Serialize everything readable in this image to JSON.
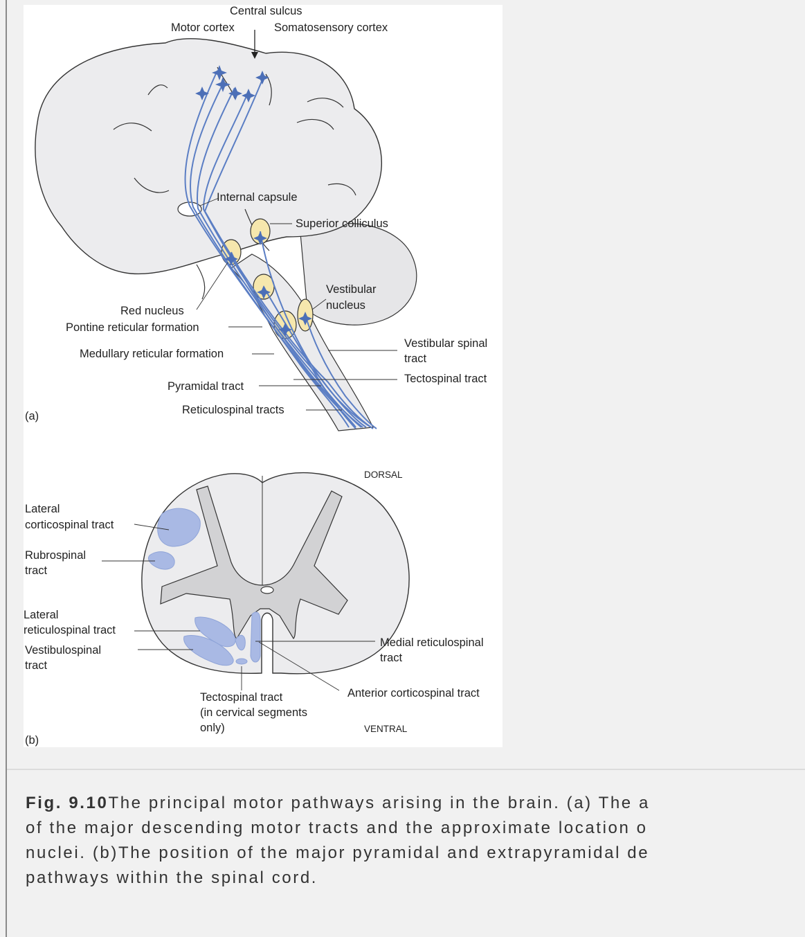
{
  "figure": {
    "part_a": {
      "panel_label": "(a)",
      "labels": {
        "central_sulcus": "Central sulcus",
        "motor_cortex": "Motor cortex",
        "somatosensory_cortex": "Somatosensory cortex",
        "internal_capsule": "Internal capsule",
        "superior_colliculus": "Superior colliculus",
        "vestibular_nucleus_1": "Vestibular",
        "vestibular_nucleus_2": "nucleus",
        "red_nucleus": "Red nucleus",
        "pontine_reticular_formation": "Pontine reticular formation",
        "medullary_reticular_formation": "Medullary reticular formation",
        "vestibular_spinal_tract_1": "Vestibular spinal",
        "vestibular_spinal_tract_2": "tract",
        "tectospinal_tract": "Tectospinal tract",
        "pyramidal_tract": "Pyramidal tract",
        "reticulospinal_tracts": "Reticulospinal tracts"
      }
    },
    "part_b": {
      "panel_label": "(b)",
      "labels": {
        "dorsal": "DORSAL",
        "ventral": "VENTRAL",
        "lateral_corticospinal_1": "Lateral",
        "lateral_corticospinal_2": "corticospinal tract",
        "rubrospinal_1": "Rubrospinal",
        "rubrospinal_2": "tract",
        "lateral_reticulospinal_1": "Lateral",
        "lateral_reticulospinal_2": "reticulospinal tract",
        "vestibulospinal_1": "Vestibulospinal",
        "vestibulospinal_2": "tract",
        "medial_reticulospinal_1": "Medial reticulospinal",
        "medial_reticulospinal_2": "tract",
        "anterior_corticospinal": "Anterior corticospinal tract",
        "tectospinal_1": "Tectospinal tract",
        "tectospinal_2": "(in cervical segments",
        "tectospinal_3": "only)"
      }
    },
    "colors": {
      "tract_blue": "#5b7ec4",
      "tract_fill": "#a9b9e4",
      "nucleus_fill": "#f6e7ad",
      "brain_fill": "#ececee",
      "grey_matter": "#d2d2d4"
    }
  },
  "caption": {
    "number": "Fig. 9.10",
    "text": "The principal motor pathways arising in the brain. (a) The a\nof the major descending motor tracts and the approximate location o\nnuclei. (b)The position of the major pyramidal and extrapyramidal de\npathways within the spinal cord."
  }
}
